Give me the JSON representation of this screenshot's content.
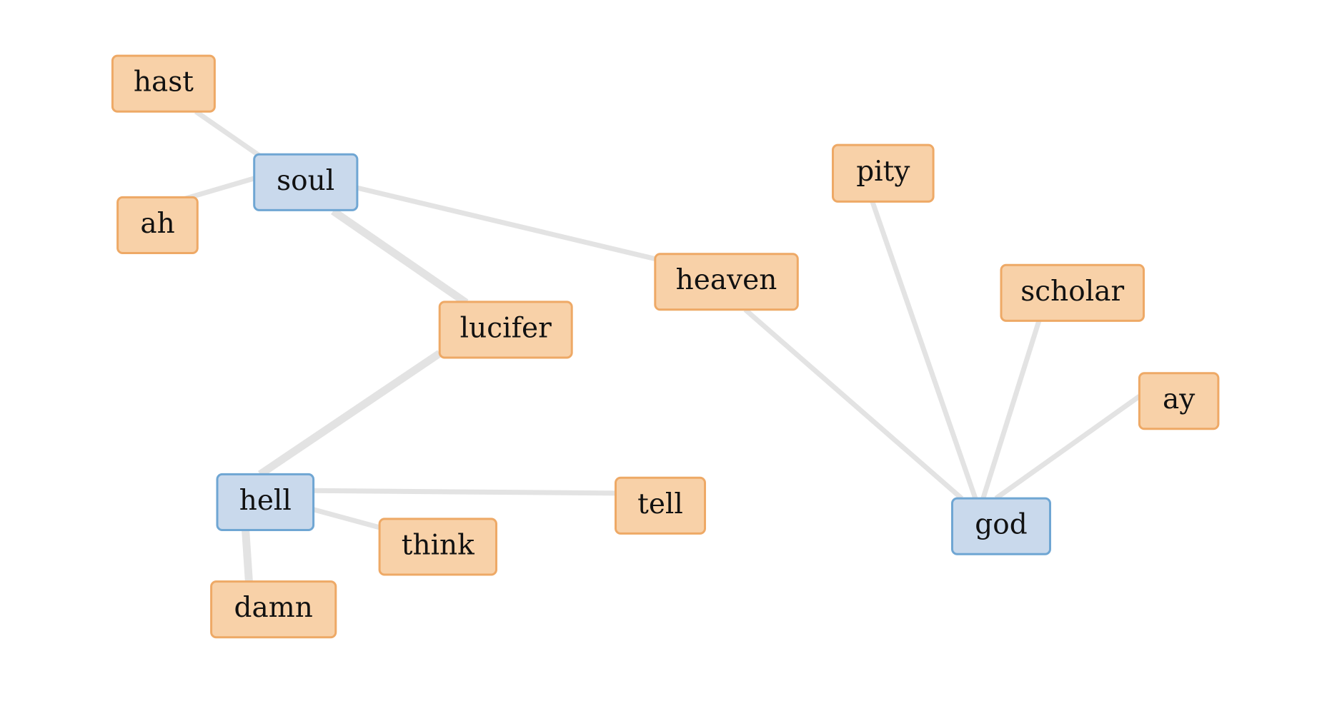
{
  "colors": {
    "edge": "#e3e3e3",
    "hub_fill": "#c9d9ec",
    "hub_border": "#6fa6d3",
    "term_fill": "#f8d1a8",
    "term_border": "#eea966"
  },
  "nodes": [
    {
      "id": "hast",
      "label": "hast",
      "kind": "term"
    },
    {
      "id": "soul",
      "label": "soul",
      "kind": "hub"
    },
    {
      "id": "ah",
      "label": "ah",
      "kind": "term"
    },
    {
      "id": "pity",
      "label": "pity",
      "kind": "term"
    },
    {
      "id": "heaven",
      "label": "heaven",
      "kind": "term"
    },
    {
      "id": "scholar",
      "label": "scholar",
      "kind": "term"
    },
    {
      "id": "lucifer",
      "label": "lucifer",
      "kind": "term"
    },
    {
      "id": "ay",
      "label": "ay",
      "kind": "term"
    },
    {
      "id": "hell",
      "label": "hell",
      "kind": "hub"
    },
    {
      "id": "tell",
      "label": "tell",
      "kind": "term"
    },
    {
      "id": "god",
      "label": "god",
      "kind": "hub"
    },
    {
      "id": "think",
      "label": "think",
      "kind": "term"
    },
    {
      "id": "damn",
      "label": "damn",
      "kind": "term"
    }
  ],
  "edges": [
    {
      "source": "soul",
      "target": "hast",
      "weight": 1
    },
    {
      "source": "soul",
      "target": "ah",
      "weight": 1
    },
    {
      "source": "soul",
      "target": "heaven",
      "weight": 1
    },
    {
      "source": "soul",
      "target": "lucifer",
      "weight": 2
    },
    {
      "source": "lucifer",
      "target": "hell",
      "weight": 2
    },
    {
      "source": "hell",
      "target": "tell",
      "weight": 1
    },
    {
      "source": "hell",
      "target": "think",
      "weight": 1
    },
    {
      "source": "hell",
      "target": "damn",
      "weight": 2
    },
    {
      "source": "heaven",
      "target": "god",
      "weight": 1
    },
    {
      "source": "pity",
      "target": "god",
      "weight": 1
    },
    {
      "source": "scholar",
      "target": "god",
      "weight": 1
    },
    {
      "source": "ay",
      "target": "god",
      "weight": 1
    }
  ]
}
